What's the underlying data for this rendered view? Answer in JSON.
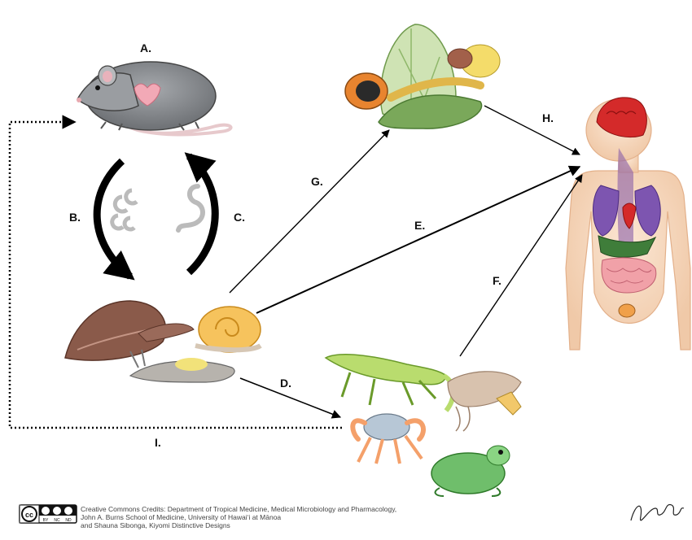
{
  "labels": {
    "a": "A.",
    "b": "B.",
    "c": "C.",
    "d": "D.",
    "e": "E.",
    "f": "F.",
    "g": "G.",
    "h": "H.",
    "i": "I."
  },
  "credits": {
    "line1": "Creative Commons Credits: Department of Tropical Medicine, Medical Microbiology and Pharmacology,",
    "line2": "John A. Burns School of Medicine, University of Hawai‘i at Mānoa",
    "line3": "and Shauna Sibonga, Kiyomi Distinctive Designs"
  },
  "badge": {
    "text": "cc",
    "by": "BY",
    "nc": "NC",
    "nd": "ND"
  },
  "signature_text": "ShaunaKiyomi",
  "colors": {
    "rat": "#8a8d91",
    "snail_shell": "#8a5a4a",
    "human_skin": "#f3d3b8",
    "brain": "#d42a2a",
    "leaves": "#7aa85a",
    "lizard": "#b9dc6e",
    "frog": "#6fbe6b",
    "crab": "#f4a06a",
    "shrimp": "#d8c2ae"
  }
}
